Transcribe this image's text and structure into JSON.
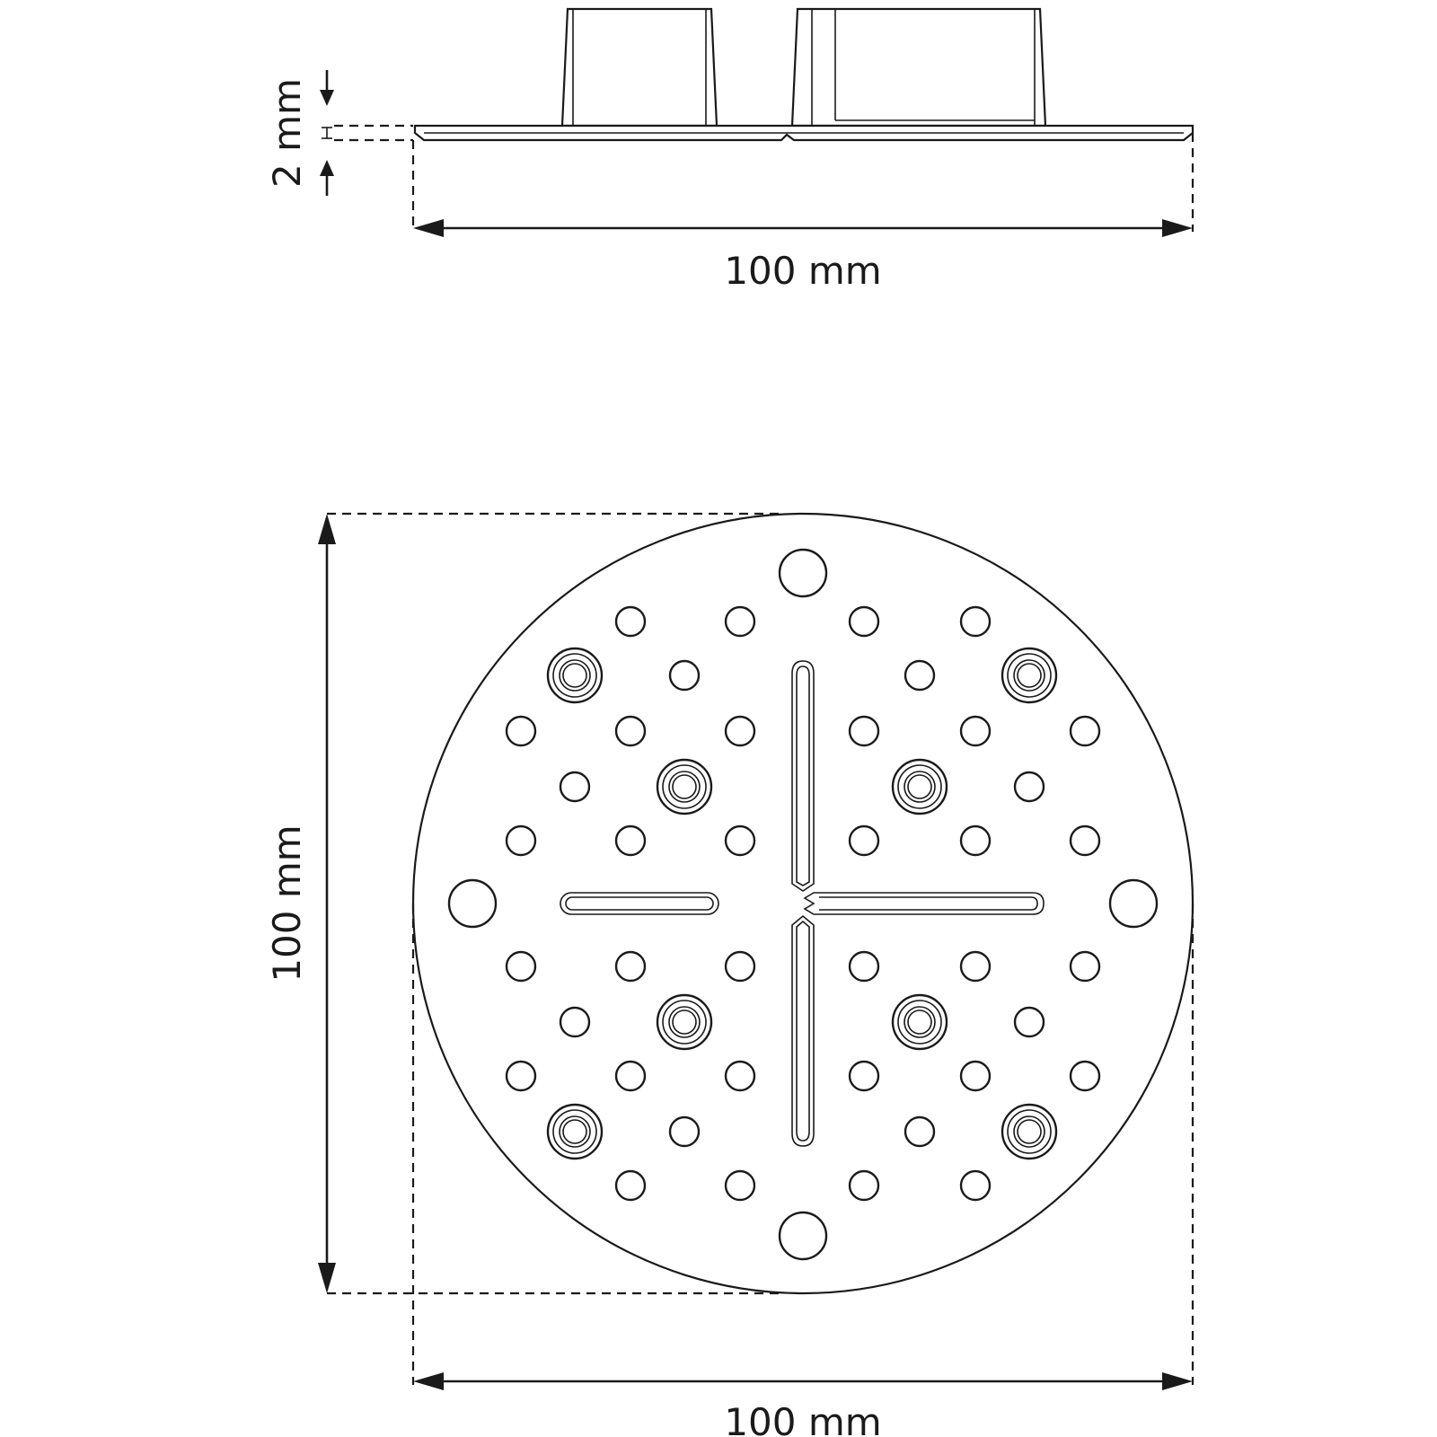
{
  "side_view": {
    "thickness_label": "2 mm",
    "width_label": "100 mm"
  },
  "top_view": {
    "height_label": "100 mm",
    "width_label": "100 mm"
  },
  "colors": {
    "line": "#1a1a1a",
    "background": "#ffffff"
  }
}
